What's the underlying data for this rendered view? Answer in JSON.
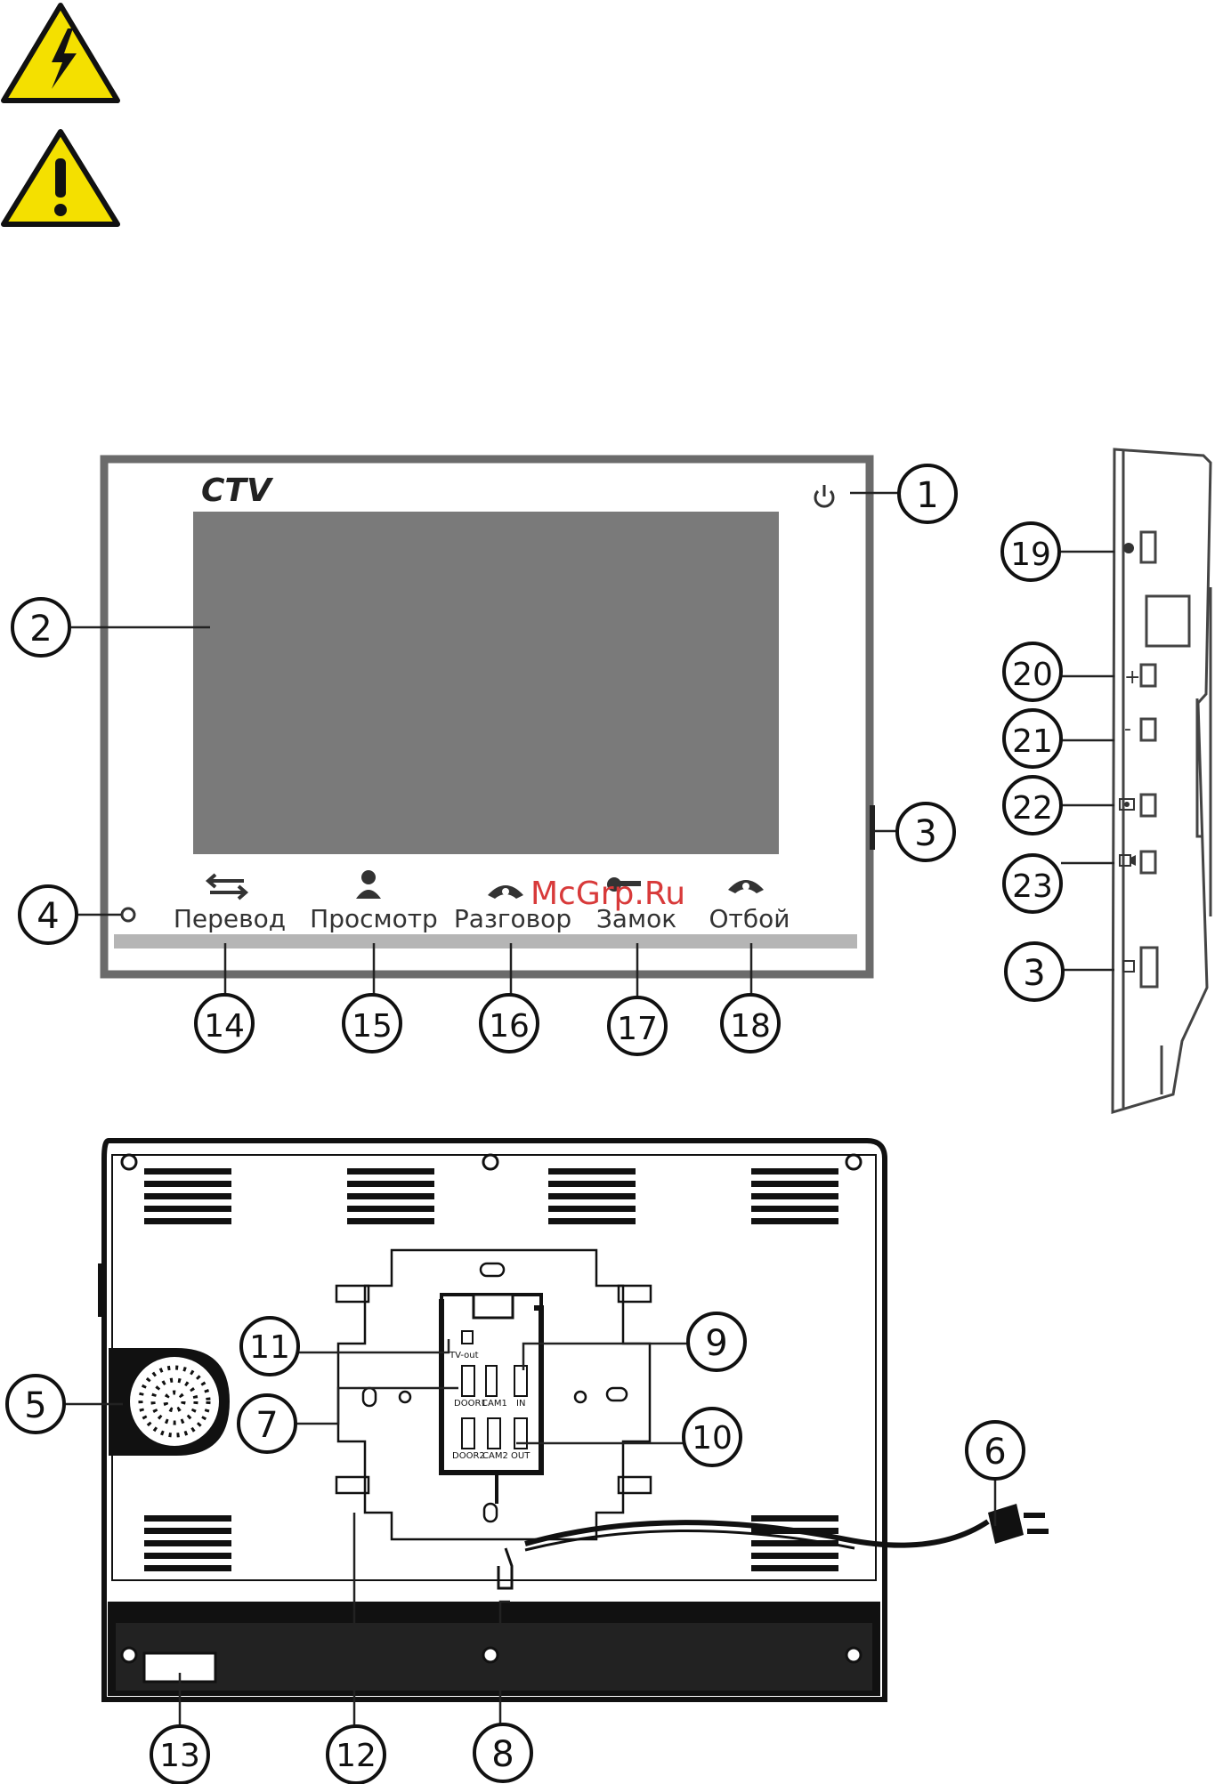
{
  "brand": "CTV",
  "watermark": "McGrp.Ru",
  "front_buttons": [
    "Перевод",
    "Просмотр",
    "Разговор",
    "Замок",
    "Отбой"
  ],
  "callouts": {
    "c1": "1",
    "c2": "2",
    "c3": "3",
    "c4": "4",
    "c5": "5",
    "c6": "6",
    "c7": "7",
    "c8": "8",
    "c9": "9",
    "c10": "10",
    "c11": "11",
    "c12": "12",
    "c13": "13",
    "c14": "14",
    "c15": "15",
    "c16": "16",
    "c17": "17",
    "c18": "18",
    "c19": "19",
    "c20": "20",
    "c21": "21",
    "c22": "22",
    "c23": "23",
    "c3b": "3"
  },
  "connectors": {
    "tv_out": "TV-out",
    "door1": "DOOR1",
    "cam1": "CAM1",
    "in": "IN",
    "door2": "DOOR2",
    "cam2": "CAM2",
    "out": "OUT"
  },
  "side_symbols": {
    "plus": "+",
    "minus": "-"
  }
}
